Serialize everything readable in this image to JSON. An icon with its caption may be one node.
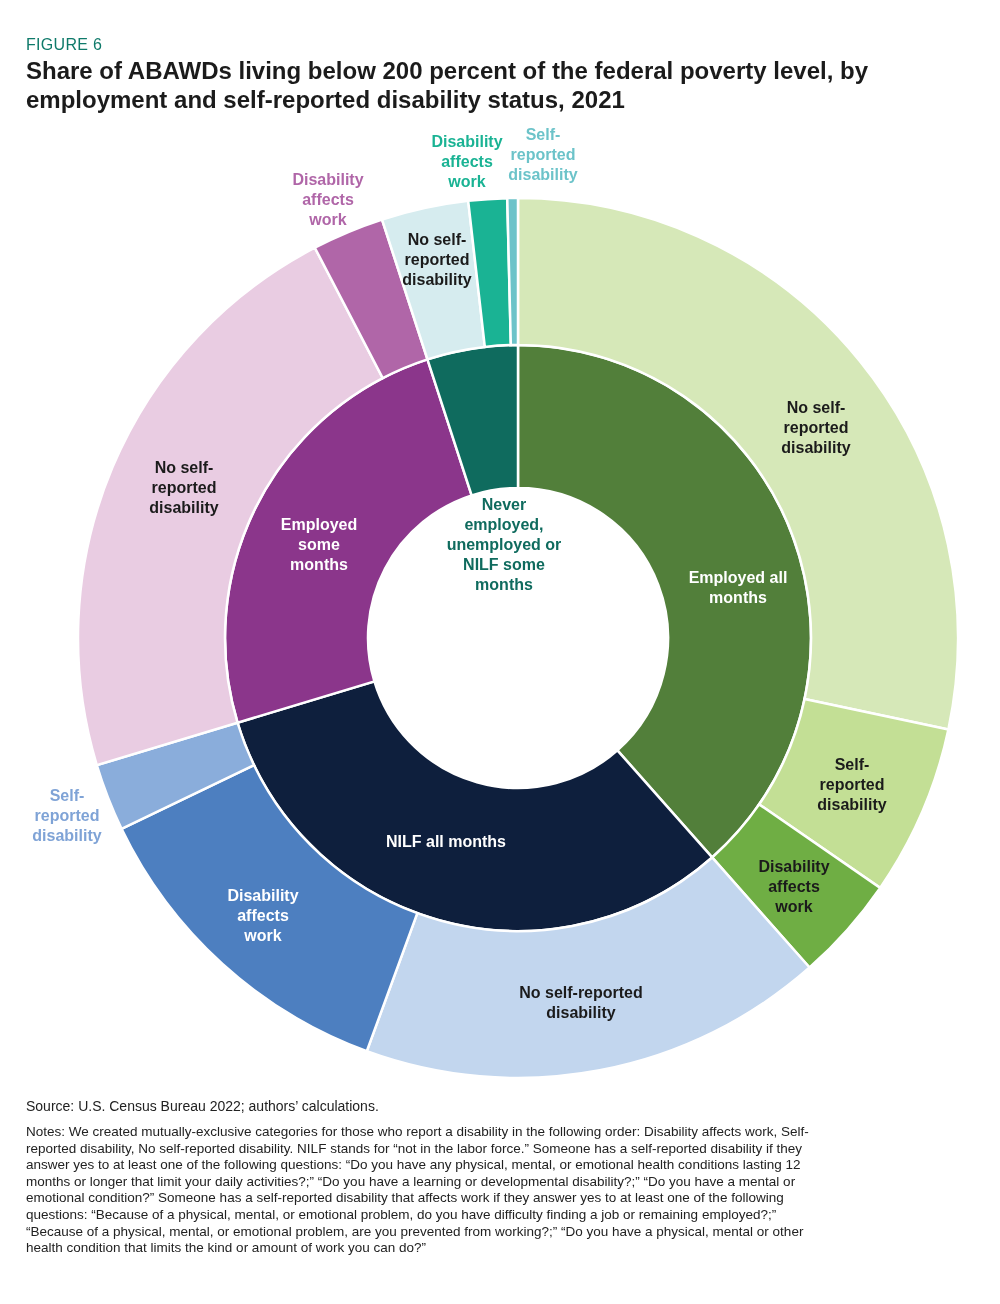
{
  "diagram": {
    "title": "Share of ABAWDs living below 200 percent of the federal poverty level, by employment and self-reported disability status, 2021",
    "nodes": [
      {
        "text": [
          "Employed all months"
        ]
      },
      {
        "text": [
          "NILF all months"
        ]
      },
      {
        "text": [
          "Employed some months"
        ]
      },
      {
        "text": [
          "Never employed, unemployed or NILF some months"
        ]
      },
      {
        "text": [
          "No self-reported disability"
        ]
      },
      {
        "text": [
          "Self-reported disability"
        ]
      },
      {
        "text": [
          "Disability affects work"
        ]
      },
      {
        "text": [
          "No self-reported disability"
        ]
      },
      {
        "text": [
          "Disability affects work"
        ]
      },
      {
        "text": [],
        "shape": "wedge",
        "beside": [
          "Self-reported disability"
        ]
      },
      {
        "text": [
          "No self-reported disability"
        ]
      },
      {
        "text": [],
        "shape": "wedge",
        "beside": [
          "Disability affects work"
        ]
      },
      {
        "text": [
          "No self-reported disability"
        ]
      },
      {
        "text": [],
        "shape": "wedge",
        "beside": [
          "Disability affects work"
        ]
      },
      {
        "text": [],
        "shape": "wedge",
        "beside": [
          "Self-reported disability"
        ]
      }
    ],
    "labels": [
      "FIGURE 6",
      "Source: U.S. Census Bureau 2022; authors’ calculations.",
      "Notes: We created mutually-exclusive categories for those who report a disability in the following order: Disability affects work, Self-reported disability, No self-reported disability. NILF stands for “not in the labor force.” Someone has a self-reported disability if they answer yes to at least one of the following questions: “Do you have any physical, mental, or emotional health conditions lasting 12 months or longer that limit your daily activities?;” “Do you have a learning or developmental disability?;” “Do you have a mental or emotional condition?” Someone has a self-reported disability that affects work if they answer yes to at least one of the following questions: “Because of a physical, mental, or emotional problem, do you have difficulty finding a job or remaining employed?;” “Because of a physical, mental, or emotional problem, are you prevented from working?;” “Do you have a physical, mental or other health condition that limits the kind or amount of work you can do?”"
    ]
  }
}
